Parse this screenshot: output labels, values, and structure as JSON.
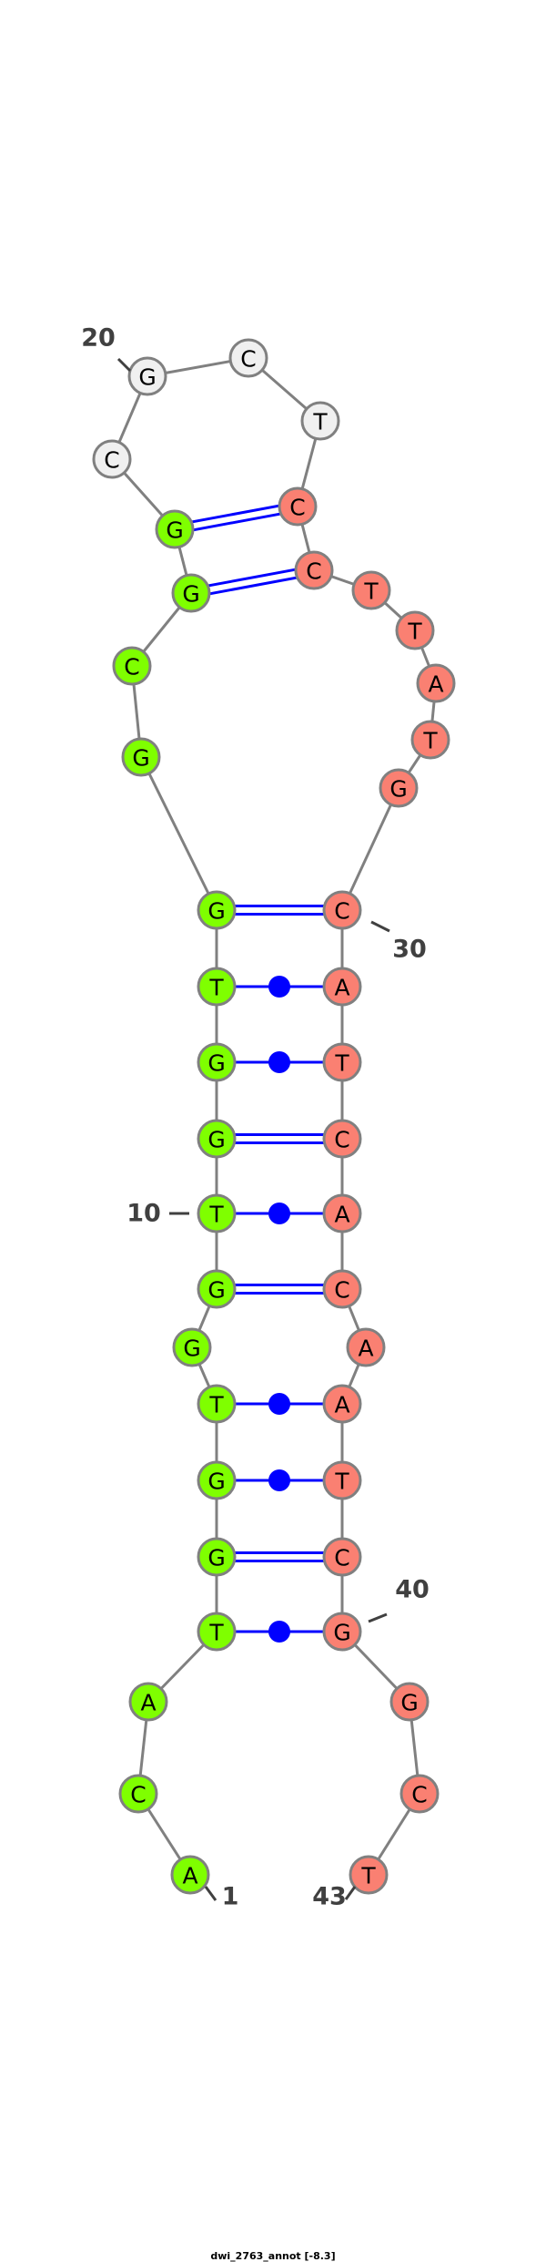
{
  "title": "dwi_2763_annot [-8.3]",
  "colors": {
    "stem5": "#7fff00",
    "stem3": "#fa8072",
    "loop": "#f0f0f0",
    "backbone": "#808080",
    "pair": "#0000ff",
    "label": "#404040"
  },
  "sequence": [
    "A",
    "C",
    "A",
    "T",
    "G",
    "G",
    "T",
    "G",
    "G",
    "T",
    "G",
    "G",
    "T",
    "G",
    "G",
    "C",
    "G",
    "G",
    "C",
    "G",
    "C",
    "T",
    "C",
    "C",
    "T",
    "T",
    "A",
    "T",
    "G",
    "C",
    "A",
    "T",
    "C",
    "A",
    "C",
    "A",
    "A",
    "T",
    "C",
    "G",
    "G",
    "C",
    "T"
  ],
  "groups": [
    "stem5",
    "stem5",
    "stem5",
    "stem5",
    "stem5",
    "stem5",
    "stem5",
    "stem5",
    "stem5",
    "stem5",
    "stem5",
    "stem5",
    "stem5",
    "stem5",
    "stem5",
    "stem5",
    "stem5",
    "stem5",
    "loop",
    "loop",
    "loop",
    "loop",
    "stem3",
    "stem3",
    "stem3",
    "stem3",
    "stem3",
    "stem3",
    "stem3",
    "stem3",
    "stem3",
    "stem3",
    "stem3",
    "stem3",
    "stem3",
    "stem3",
    "stem3",
    "stem3",
    "stem3",
    "stem3",
    "stem3",
    "stem3",
    "stem3"
  ],
  "pairs": [
    {
      "i": 4,
      "j": 40,
      "type": "wobble"
    },
    {
      "i": 5,
      "j": 39,
      "type": "GC"
    },
    {
      "i": 6,
      "j": 38,
      "type": "wobble"
    },
    {
      "i": 7,
      "j": 37,
      "type": "AT"
    },
    {
      "i": 9,
      "j": 35,
      "type": "GC"
    },
    {
      "i": 10,
      "j": 34,
      "type": "AT"
    },
    {
      "i": 11,
      "j": 33,
      "type": "GC"
    },
    {
      "i": 12,
      "j": 32,
      "type": "wobble"
    },
    {
      "i": 13,
      "j": 31,
      "type": "AT"
    },
    {
      "i": 14,
      "j": 30,
      "type": "GC"
    },
    {
      "i": 17,
      "j": 24,
      "type": "GC"
    },
    {
      "i": 18,
      "j": 23,
      "type": "GC"
    }
  ],
  "position_labels": [
    "1",
    "10",
    "20",
    "30",
    "40",
    "43"
  ]
}
